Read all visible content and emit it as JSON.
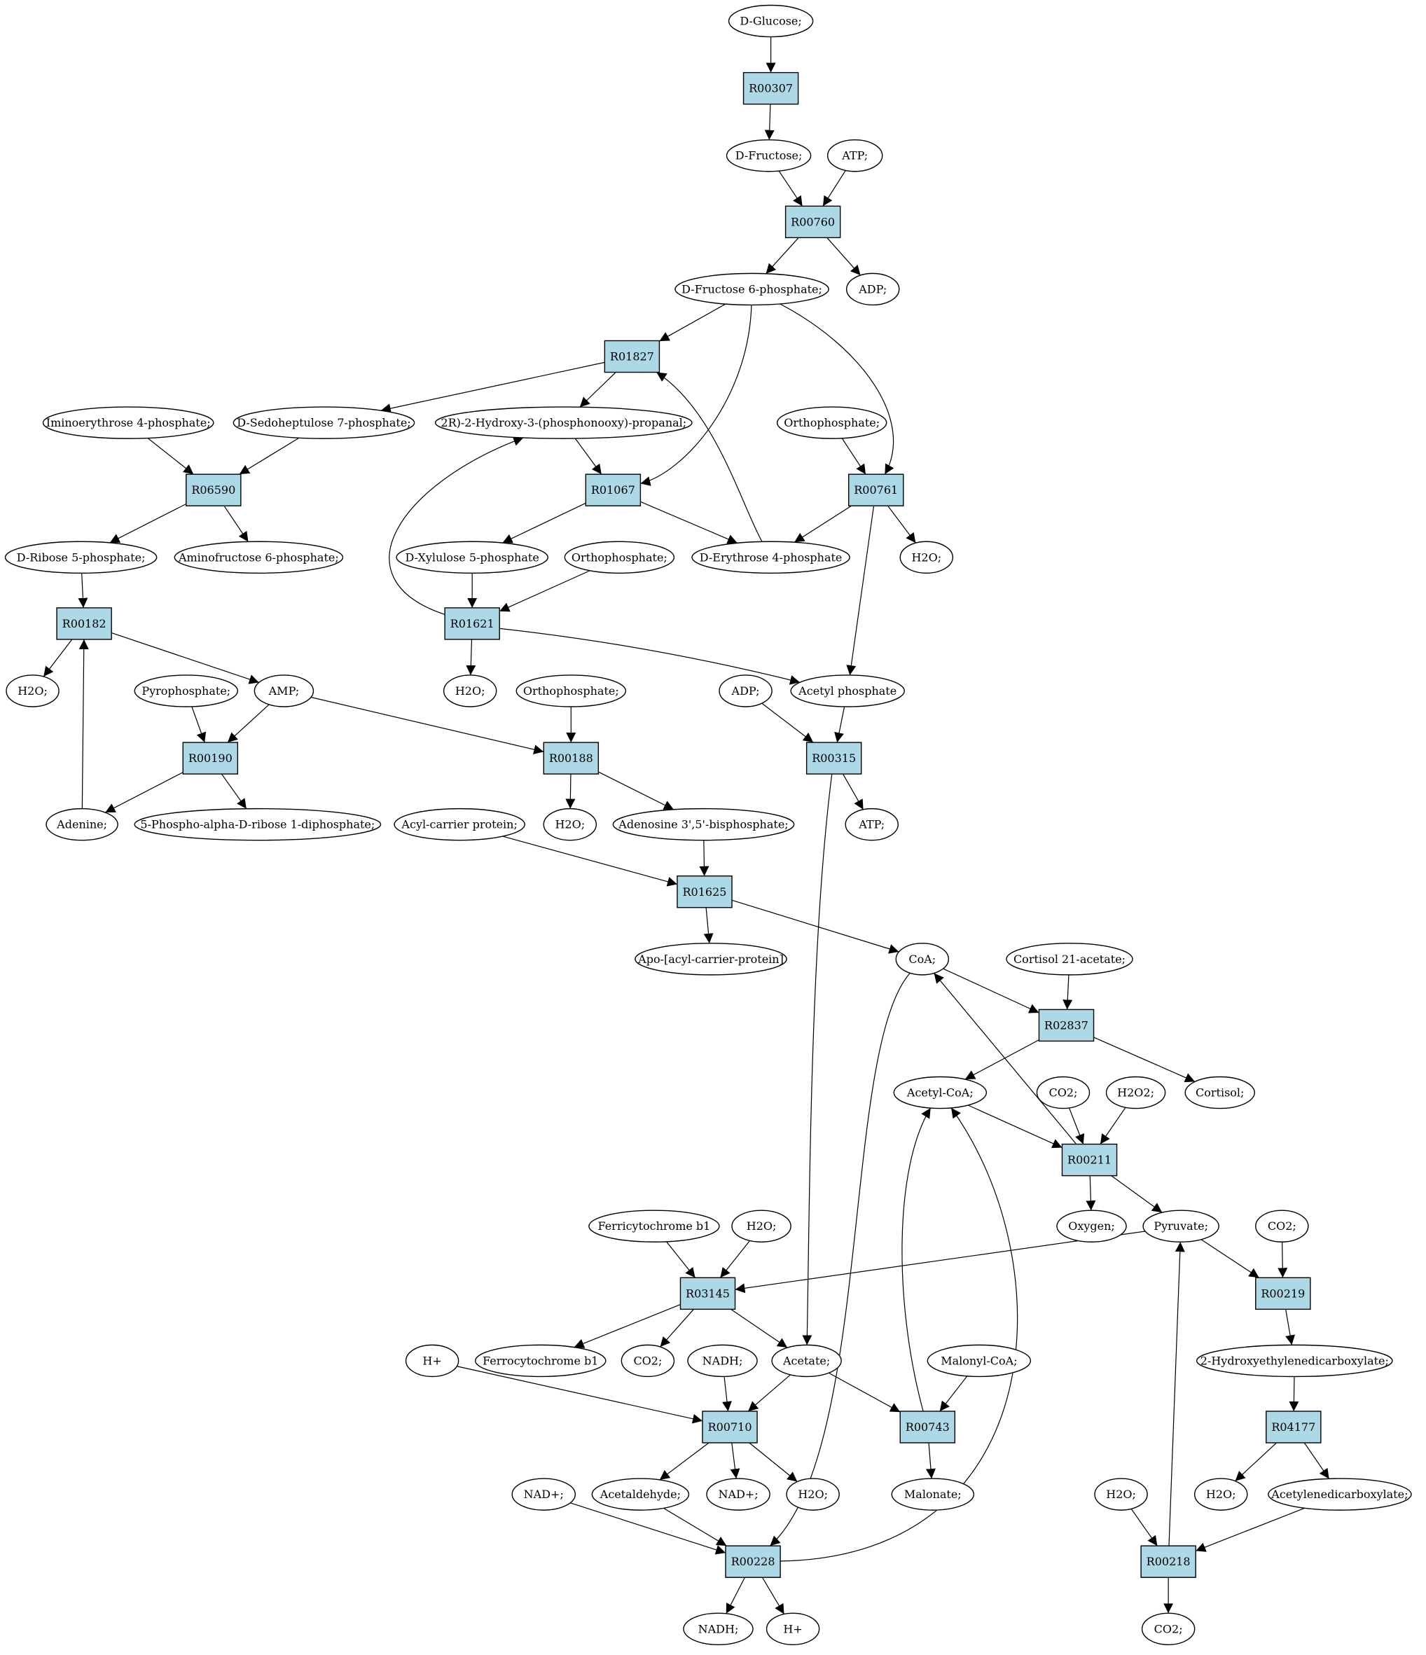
{
  "colors": {
    "reaction_fill": "#add8e6",
    "start_fill": "#00ff00",
    "target_fill": "#ffff00",
    "metabolite_fill": "#ffffff",
    "line": "#000000"
  },
  "nodes": [
    {
      "id": "glucose",
      "kind": "metabolite",
      "label": "D-Glucose;",
      "highlight": "start"
    },
    {
      "id": "R00307",
      "kind": "reaction",
      "label": "R00307"
    },
    {
      "id": "fructose",
      "kind": "metabolite",
      "label": "D-Fructose;"
    },
    {
      "id": "atp1",
      "kind": "metabolite",
      "label": "ATP;"
    },
    {
      "id": "R00760",
      "kind": "reaction",
      "label": "R00760"
    },
    {
      "id": "f6p",
      "kind": "metabolite",
      "label": "D-Fructose 6-phosphate;"
    },
    {
      "id": "adp1",
      "kind": "metabolite",
      "label": "ADP;"
    },
    {
      "id": "R01827",
      "kind": "reaction",
      "label": "R01827"
    },
    {
      "id": "imino",
      "kind": "metabolite",
      "label": "Iminoerythrose 4-phosphate;"
    },
    {
      "id": "sedo",
      "kind": "metabolite",
      "label": "D-Sedoheptulose 7-phosphate;"
    },
    {
      "id": "hpp",
      "kind": "metabolite",
      "label": "2R)-2-Hydroxy-3-(phosphonooxy)-propanal;"
    },
    {
      "id": "ortho1",
      "kind": "metabolite",
      "label": "Orthophosphate;"
    },
    {
      "id": "R06590",
      "kind": "reaction",
      "label": "R06590"
    },
    {
      "id": "R01067",
      "kind": "reaction",
      "label": "R01067"
    },
    {
      "id": "R00761",
      "kind": "reaction",
      "label": "R00761"
    },
    {
      "id": "ribose",
      "kind": "metabolite",
      "label": "D-Ribose 5-phosphate;"
    },
    {
      "id": "aminof",
      "kind": "metabolite",
      "label": "Aminofructose 6-phosphate;"
    },
    {
      "id": "xylu",
      "kind": "metabolite",
      "label": "D-Xylulose 5-phosphate"
    },
    {
      "id": "ortho2",
      "kind": "metabolite",
      "label": "Orthophosphate;"
    },
    {
      "id": "e4p",
      "kind": "metabolite",
      "label": "D-Erythrose 4-phosphate"
    },
    {
      "id": "h2o1",
      "kind": "metabolite",
      "label": "H2O;"
    },
    {
      "id": "R00182",
      "kind": "reaction",
      "label": "R00182"
    },
    {
      "id": "R01621",
      "kind": "reaction",
      "label": "R01621"
    },
    {
      "id": "h2o2",
      "kind": "metabolite",
      "label": "H2O;"
    },
    {
      "id": "pyroph",
      "kind": "metabolite",
      "label": "Pyrophosphate;"
    },
    {
      "id": "amp",
      "kind": "metabolite",
      "label": "AMP;"
    },
    {
      "id": "h2o3",
      "kind": "metabolite",
      "label": "H2O;"
    },
    {
      "id": "ortho3",
      "kind": "metabolite",
      "label": "Orthophosphate;"
    },
    {
      "id": "adp2",
      "kind": "metabolite",
      "label": "ADP;"
    },
    {
      "id": "acp",
      "kind": "metabolite",
      "label": "Acetyl phosphate"
    },
    {
      "id": "R00190",
      "kind": "reaction",
      "label": "R00190"
    },
    {
      "id": "R00188",
      "kind": "reaction",
      "label": "R00188"
    },
    {
      "id": "R00315",
      "kind": "reaction",
      "label": "R00315"
    },
    {
      "id": "adenine",
      "kind": "metabolite",
      "label": "Adenine;"
    },
    {
      "id": "prpp",
      "kind": "metabolite",
      "label": "5-Phospho-alpha-D-ribose 1-diphosphate;"
    },
    {
      "id": "acylcp",
      "kind": "metabolite",
      "label": "Acyl-carrier protein;"
    },
    {
      "id": "h2o4",
      "kind": "metabolite",
      "label": "H2O;"
    },
    {
      "id": "pap",
      "kind": "metabolite",
      "label": "Adenosine 3',5'-bisphosphate;"
    },
    {
      "id": "atp2",
      "kind": "metabolite",
      "label": "ATP;"
    },
    {
      "id": "R01625",
      "kind": "reaction",
      "label": "R01625"
    },
    {
      "id": "apoacp",
      "kind": "metabolite",
      "label": "Apo-[acyl-carrier-protein]"
    },
    {
      "id": "coa",
      "kind": "metabolite",
      "label": "CoA;"
    },
    {
      "id": "cort21",
      "kind": "metabolite",
      "label": "Cortisol 21-acetate;"
    },
    {
      "id": "R02837",
      "kind": "reaction",
      "label": "R02837"
    },
    {
      "id": "acetylcoa",
      "kind": "metabolite",
      "label": "Acetyl-CoA;",
      "highlight": "target"
    },
    {
      "id": "co2a",
      "kind": "metabolite",
      "label": "CO2;"
    },
    {
      "id": "h2o2b",
      "kind": "metabolite",
      "label": "H2O2;"
    },
    {
      "id": "cortisol",
      "kind": "metabolite",
      "label": "Cortisol;"
    },
    {
      "id": "R00211",
      "kind": "reaction",
      "label": "R00211"
    },
    {
      "id": "oxygen",
      "kind": "metabolite",
      "label": "Oxygen;"
    },
    {
      "id": "pyruvate",
      "kind": "metabolite",
      "label": "Pyruvate;"
    },
    {
      "id": "ferri",
      "kind": "metabolite",
      "label": "Ferricytochrome b1"
    },
    {
      "id": "h2o5",
      "kind": "metabolite",
      "label": "H2O;"
    },
    {
      "id": "co2b",
      "kind": "metabolite",
      "label": "CO2;"
    },
    {
      "id": "R03145",
      "kind": "reaction",
      "label": "R03145"
    },
    {
      "id": "R00219",
      "kind": "reaction",
      "label": "R00219"
    },
    {
      "id": "hplus1",
      "kind": "metabolite",
      "label": "H+"
    },
    {
      "id": "ferro",
      "kind": "metabolite",
      "label": "Ferrocytochrome b1"
    },
    {
      "id": "co2c",
      "kind": "metabolite",
      "label": "CO2;"
    },
    {
      "id": "nadh1",
      "kind": "metabolite",
      "label": "NADH;"
    },
    {
      "id": "acetate",
      "kind": "metabolite",
      "label": "Acetate;"
    },
    {
      "id": "malonylcoa",
      "kind": "metabolite",
      "label": "Malonyl-CoA;"
    },
    {
      "id": "hedc",
      "kind": "metabolite",
      "label": "2-Hydroxyethylenedicarboxylate;"
    },
    {
      "id": "R00710",
      "kind": "reaction",
      "label": "R00710"
    },
    {
      "id": "R00743",
      "kind": "reaction",
      "label": "R00743"
    },
    {
      "id": "R04177",
      "kind": "reaction",
      "label": "R04177"
    },
    {
      "id": "nadplus1",
      "kind": "metabolite",
      "label": "NAD+;"
    },
    {
      "id": "acetald",
      "kind": "metabolite",
      "label": "Acetaldehyde;"
    },
    {
      "id": "nadplus2",
      "kind": "metabolite",
      "label": "NAD+;"
    },
    {
      "id": "h2o6",
      "kind": "metabolite",
      "label": "H2O;"
    },
    {
      "id": "malonate",
      "kind": "metabolite",
      "label": "Malonate;"
    },
    {
      "id": "h2o7",
      "kind": "metabolite",
      "label": "H2O;"
    },
    {
      "id": "h2o8",
      "kind": "metabolite",
      "label": "H2O;"
    },
    {
      "id": "aced",
      "kind": "metabolite",
      "label": "Acetylenedicarboxylate;"
    },
    {
      "id": "R00228",
      "kind": "reaction",
      "label": "R00228"
    },
    {
      "id": "R00218",
      "kind": "reaction",
      "label": "R00218"
    },
    {
      "id": "nadh2",
      "kind": "metabolite",
      "label": "NADH;"
    },
    {
      "id": "hplus2",
      "kind": "metabolite",
      "label": "H+"
    },
    {
      "id": "co2d",
      "kind": "metabolite",
      "label": "CO2;"
    }
  ],
  "edges": [
    {
      "from": "glucose",
      "to": "R00307"
    },
    {
      "from": "R00307",
      "to": "fructose"
    },
    {
      "from": "fructose",
      "to": "R00760"
    },
    {
      "from": "atp1",
      "to": "R00760"
    },
    {
      "from": "R00760",
      "to": "f6p"
    },
    {
      "from": "R00760",
      "to": "adp1"
    },
    {
      "from": "f6p",
      "to": "R01827"
    },
    {
      "from": "f6p",
      "to": "R01067"
    },
    {
      "from": "f6p",
      "to": "R00761"
    },
    {
      "from": "R01827",
      "to": "sedo"
    },
    {
      "from": "R01827",
      "to": "hpp"
    },
    {
      "from": "e4p",
      "to": "R01827"
    },
    {
      "from": "imino",
      "to": "R06590"
    },
    {
      "from": "sedo",
      "to": "R06590"
    },
    {
      "from": "R06590",
      "to": "ribose"
    },
    {
      "from": "R06590",
      "to": "aminof"
    },
    {
      "from": "hpp",
      "to": "R01067"
    },
    {
      "from": "R01067",
      "to": "xylu"
    },
    {
      "from": "R01067",
      "to": "e4p"
    },
    {
      "from": "ortho1",
      "to": "R00761"
    },
    {
      "from": "R00761",
      "to": "e4p"
    },
    {
      "from": "R00761",
      "to": "h2o1"
    },
    {
      "from": "R00761",
      "to": "acp"
    },
    {
      "from": "ribose",
      "to": "R00182"
    },
    {
      "from": "adenine",
      "to": "R00182"
    },
    {
      "from": "R00182",
      "to": "h2o2"
    },
    {
      "from": "R00182",
      "to": "amp"
    },
    {
      "from": "xylu",
      "to": "R01621"
    },
    {
      "from": "ortho2",
      "to": "R01621"
    },
    {
      "from": "R01621",
      "to": "hpp"
    },
    {
      "from": "R01621",
      "to": "h2o3"
    },
    {
      "from": "R01621",
      "to": "acp"
    },
    {
      "from": "pyroph",
      "to": "R00190"
    },
    {
      "from": "amp",
      "to": "R00190"
    },
    {
      "from": "amp",
      "to": "R00188"
    },
    {
      "from": "R00190",
      "to": "adenine"
    },
    {
      "from": "R00190",
      "to": "prpp"
    },
    {
      "from": "ortho3",
      "to": "R00188"
    },
    {
      "from": "R00188",
      "to": "h2o4"
    },
    {
      "from": "R00188",
      "to": "pap"
    },
    {
      "from": "adp2",
      "to": "R00315"
    },
    {
      "from": "acp",
      "to": "R00315"
    },
    {
      "from": "R00315",
      "to": "atp2"
    },
    {
      "from": "R00315",
      "to": "acetate"
    },
    {
      "from": "acylcp",
      "to": "R01625"
    },
    {
      "from": "pap",
      "to": "R01625"
    },
    {
      "from": "R01625",
      "to": "apoacp"
    },
    {
      "from": "R01625",
      "to": "coa"
    },
    {
      "from": "coa",
      "to": "R02837"
    },
    {
      "from": "cort21",
      "to": "R02837"
    },
    {
      "from": "coa",
      "to": "R00228"
    },
    {
      "from": "R02837",
      "to": "acetylcoa"
    },
    {
      "from": "R02837",
      "to": "cortisol"
    },
    {
      "from": "acetylcoa",
      "to": "R00211"
    },
    {
      "from": "co2a",
      "to": "R00211"
    },
    {
      "from": "h2o2b",
      "to": "R00211"
    },
    {
      "from": "R00211",
      "to": "coa"
    },
    {
      "from": "R00211",
      "to": "oxygen"
    },
    {
      "from": "R00211",
      "to": "pyruvate"
    },
    {
      "from": "ferri",
      "to": "R03145"
    },
    {
      "from": "h2o5",
      "to": "R03145"
    },
    {
      "from": "pyruvate",
      "to": "R03145"
    },
    {
      "from": "pyruvate",
      "to": "R00219"
    },
    {
      "from": "co2b",
      "to": "R00219"
    },
    {
      "from": "R03145",
      "to": "ferro"
    },
    {
      "from": "R03145",
      "to": "co2c"
    },
    {
      "from": "R03145",
      "to": "acetate"
    },
    {
      "from": "R00219",
      "to": "hedc"
    },
    {
      "from": "hplus1",
      "to": "R00710"
    },
    {
      "from": "nadh1",
      "to": "R00710"
    },
    {
      "from": "acetate",
      "to": "R00710"
    },
    {
      "from": "acetate",
      "to": "R00743"
    },
    {
      "from": "malonylcoa",
      "to": "R00743"
    },
    {
      "from": "R00743",
      "to": "acetylcoa"
    },
    {
      "from": "R00743",
      "to": "malonate"
    },
    {
      "from": "hedc",
      "to": "R04177"
    },
    {
      "from": "R00710",
      "to": "acetald"
    },
    {
      "from": "R00710",
      "to": "nadplus2"
    },
    {
      "from": "R00710",
      "to": "h2o6"
    },
    {
      "from": "R04177",
      "to": "h2o8"
    },
    {
      "from": "R04177",
      "to": "aced"
    },
    {
      "from": "nadplus1",
      "to": "R00228"
    },
    {
      "from": "acetald",
      "to": "R00228"
    },
    {
      "from": "R00228",
      "to": "acetylcoa"
    },
    {
      "from": "R00228",
      "to": "nadh2"
    },
    {
      "from": "R00228",
      "to": "hplus2"
    },
    {
      "from": "h2o7",
      "to": "R00218"
    },
    {
      "from": "aced",
      "to": "R00218"
    },
    {
      "from": "R00218",
      "to": "pyruvate"
    },
    {
      "from": "R00218",
      "to": "co2d"
    }
  ]
}
